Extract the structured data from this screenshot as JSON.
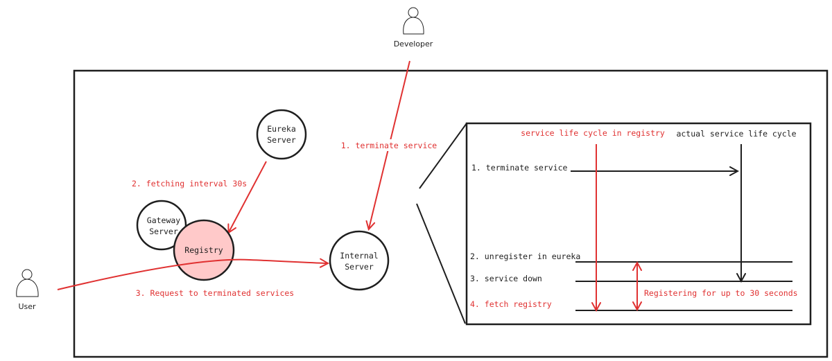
{
  "colors": {
    "red": "#e03131",
    "black": "#1e1e1e",
    "registry_fill": "#ffc9c9"
  },
  "actors": {
    "developer": {
      "label": "Developer",
      "icon": "person-icon"
    },
    "user": {
      "label": "User",
      "icon": "person-icon"
    }
  },
  "nodes": {
    "eureka": {
      "line1": "Eureka",
      "line2": "Server"
    },
    "gateway": {
      "line1": "Gateway",
      "line2": "Server"
    },
    "registry": {
      "label": "Registry"
    },
    "internal": {
      "line1": "Internal",
      "line2": "Server"
    }
  },
  "edge_labels": {
    "terminate": "1. terminate service",
    "fetching": "2. fetching interval 30s",
    "request": "3. Request to terminated services"
  },
  "timeline": {
    "col_registry": "service life cycle in registry",
    "col_actual": "actual service life cycle",
    "steps": [
      {
        "label": "1. terminate service",
        "color": "black"
      },
      {
        "label": "2. unregister in eureka",
        "color": "black"
      },
      {
        "label": "3. service down",
        "color": "black"
      },
      {
        "label": "4. fetch registry",
        "color": "red"
      }
    ],
    "gap_note": "Registering for up to 30 seconds"
  }
}
